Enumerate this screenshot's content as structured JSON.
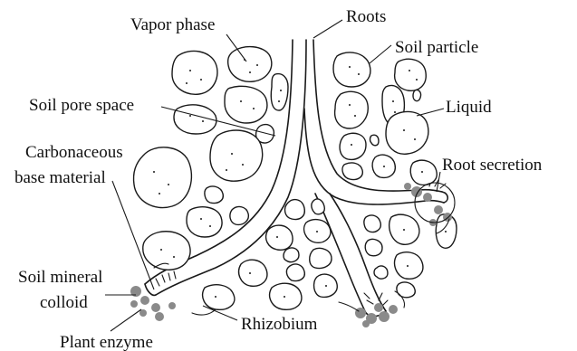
{
  "labels": {
    "vapor_phase": "Vapor phase",
    "roots": "Roots",
    "soil_particle": "Soil particle",
    "soil_pore_space": "Soil pore space",
    "liquid": "Liquid",
    "carbonaceous_line1": "Carbonaceous",
    "carbonaceous_line2": "base material",
    "root_secretion": "Root secretion",
    "soil_mineral_line1": "Soil mineral",
    "soil_mineral_line2": "colloid",
    "rhizobium": "Rhizobium",
    "plant_enzyme": "Plant enzyme"
  },
  "colors": {
    "ink": "#1a1a1a",
    "secretion_gray": "#8a8a8a",
    "background": "#ffffff"
  }
}
